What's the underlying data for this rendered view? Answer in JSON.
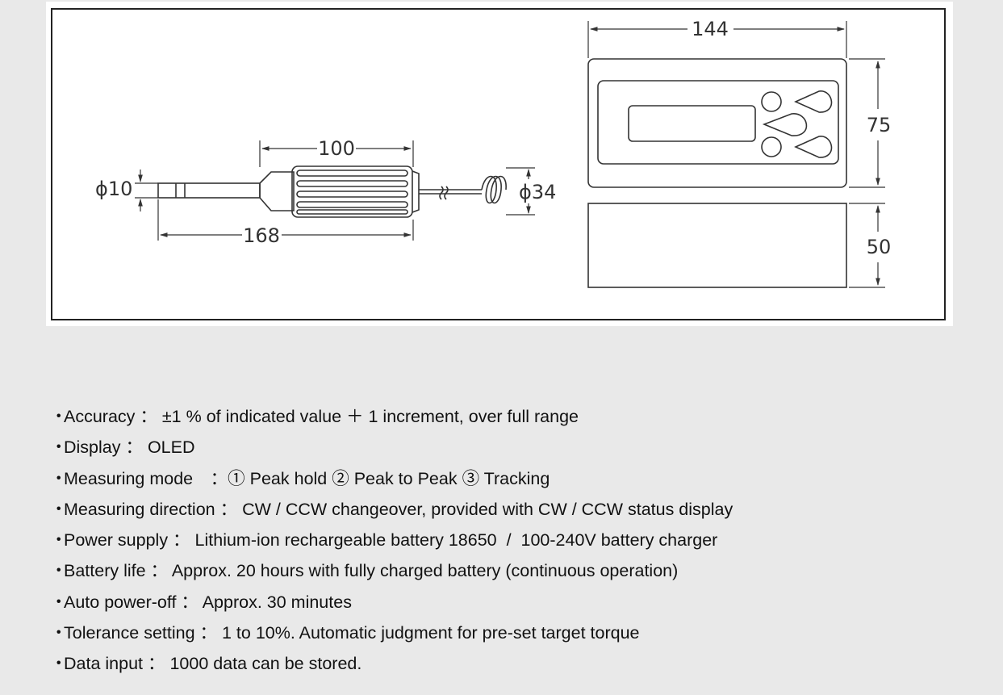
{
  "drawing": {
    "dimensions": {
      "tool_shaft_diameter": "ϕ10",
      "tool_grip_length": "100",
      "tool_overall_length": "168",
      "tool_grip_diameter": "ϕ34",
      "display_width": "144",
      "display_height": "75",
      "display_depth": "50"
    }
  },
  "specs": [
    {
      "label": "Accuracy",
      "sep": " ： ",
      "value": "±1 % of indicated value ＋ 1 increment, over full range"
    },
    {
      "label": "Display",
      "sep": " ： ",
      "value": "OLED"
    },
    {
      "label": "Measuring mode",
      "sep": "　：",
      "value": "① Peak hold ② Peak to Peak ③ Tracking"
    },
    {
      "label": "Measuring direction",
      "sep": " ： ",
      "value": "CW / CCW changeover, provided with CW / CCW status display"
    },
    {
      "label": "Power supply",
      "sep": " ： ",
      "value": "Lithium-ion rechargeable battery 18650  /  100-240V battery charger"
    },
    {
      "label": "Battery life",
      "sep": " ： ",
      "value": "Approx. 20 hours with fully charged battery (continuous operation)"
    },
    {
      "label": "Auto power-off",
      "sep": " ： ",
      "value": "Approx. 30 minutes"
    },
    {
      "label": "Tolerance setting",
      "sep": " ： ",
      "value": "1 to 10%. Automatic judgment for pre-set target torque"
    },
    {
      "label": "Data input",
      "sep": " ： ",
      "value": "1000 data can be stored."
    }
  ]
}
